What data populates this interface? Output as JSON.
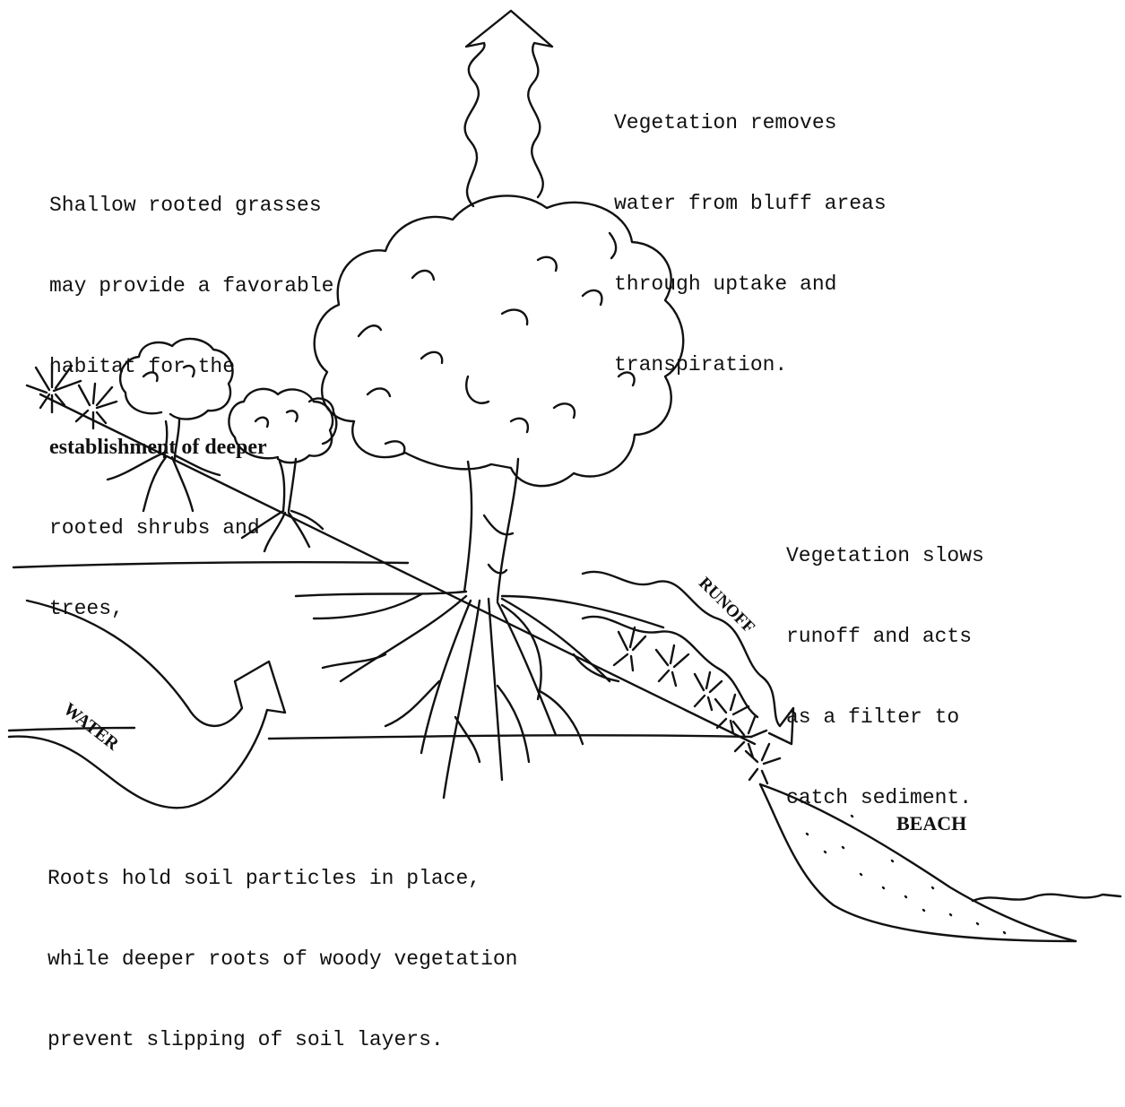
{
  "captions": {
    "transpiration": [
      "Vegetation removes",
      "water from bluff areas",
      "through uptake and",
      "transpiration."
    ],
    "grasses": {
      "line1": "Shallow rooted grasses",
      "line2": "may provide a favorable",
      "line3": "habitat for the",
      "line4": "establishment of deeper",
      "line5": "rooted shrubs and",
      "line6": "trees,"
    },
    "runoff_filter": [
      "Vegetation slows",
      "runoff and acts",
      "as a filter to",
      "catch sediment."
    ],
    "roots": [
      "Roots hold soil particles in place,",
      "while deeper roots of woody vegetation",
      "prevent slipping of soil layers."
    ]
  },
  "labels": {
    "water": "WATER",
    "runoff": "RUNOFF",
    "beach": "BEACH"
  },
  "icons": {
    "transpiration_arrow": "wavy-up-arrow-icon",
    "water_arrow": "curved-water-arrow-icon",
    "runoff_arrow": "wavy-runoff-arrow-icon"
  }
}
